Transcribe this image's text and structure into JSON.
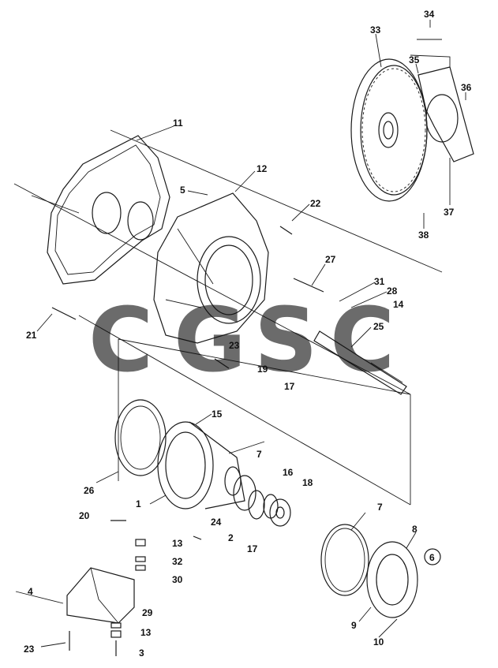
{
  "watermark": {
    "letters": [
      {
        "char": "C",
        "color": "#3b82f6"
      },
      {
        "char": "G",
        "color": "#ef4444"
      },
      {
        "char": "S",
        "color": "#f6c940"
      },
      {
        "char": "C",
        "color": "#22a060"
      }
    ]
  },
  "callouts": [
    {
      "id": "34",
      "label": "34"
    },
    {
      "id": "33",
      "label": "33"
    },
    {
      "id": "35",
      "label": "35"
    },
    {
      "id": "36",
      "label": "36"
    },
    {
      "id": "37",
      "label": "37"
    },
    {
      "id": "38",
      "label": "38"
    },
    {
      "id": "11",
      "label": "11"
    },
    {
      "id": "12",
      "label": "12"
    },
    {
      "id": "5",
      "label": "5"
    },
    {
      "id": "22",
      "label": "22"
    },
    {
      "id": "27",
      "label": "27"
    },
    {
      "id": "31",
      "label": "31"
    },
    {
      "id": "28",
      "label": "28"
    },
    {
      "id": "14",
      "label": "14"
    },
    {
      "id": "25",
      "label": "25"
    },
    {
      "id": "21",
      "label": "21"
    },
    {
      "id": "23a",
      "label": "23"
    },
    {
      "id": "19",
      "label": "19"
    },
    {
      "id": "17a",
      "label": "17"
    },
    {
      "id": "15",
      "label": "15"
    },
    {
      "id": "26",
      "label": "26"
    },
    {
      "id": "7a",
      "label": "7"
    },
    {
      "id": "16",
      "label": "16"
    },
    {
      "id": "18",
      "label": "18"
    },
    {
      "id": "1",
      "label": "1"
    },
    {
      "id": "2",
      "label": "2"
    },
    {
      "id": "17b",
      "label": "17"
    },
    {
      "id": "24",
      "label": "24"
    },
    {
      "id": "20",
      "label": "20"
    },
    {
      "id": "13a",
      "label": "13"
    },
    {
      "id": "32",
      "label": "32"
    },
    {
      "id": "30",
      "label": "30"
    },
    {
      "id": "7b",
      "label": "7"
    },
    {
      "id": "8",
      "label": "8"
    },
    {
      "id": "6",
      "label": "6"
    },
    {
      "id": "4",
      "label": "4"
    },
    {
      "id": "29",
      "label": "29"
    },
    {
      "id": "13b",
      "label": "13"
    },
    {
      "id": "23b",
      "label": "23"
    },
    {
      "id": "3",
      "label": "3"
    },
    {
      "id": "9",
      "label": "9"
    },
    {
      "id": "10",
      "label": "10"
    }
  ]
}
